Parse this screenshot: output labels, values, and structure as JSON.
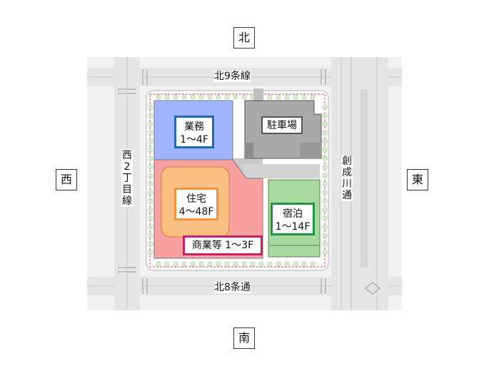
{
  "compass": {
    "north": "北",
    "south": "南",
    "east": "東",
    "west": "西"
  },
  "roads": {
    "north": "北9条線",
    "south": "北8条通",
    "west": "西2丁目線",
    "east": "創成川通"
  },
  "uses": {
    "office": {
      "name": "業務",
      "floors": "1～4F",
      "color": "#a0b4ff",
      "border": "#1e68b4"
    },
    "parking": {
      "name": "駐車場",
      "color": "#a9a9a9",
      "border": "#555555"
    },
    "residential": {
      "name": "住宅",
      "floors": "4～48F",
      "color": "#f9be82",
      "border": "#f09640"
    },
    "hotel": {
      "name": "宿泊",
      "floors": "1～14F",
      "color": "#a8d8a0",
      "border": "#1e9646"
    },
    "commercial": {
      "name": "商業等",
      "floors": "1～3F",
      "color": "#f9a0a0",
      "border": "#cc1e68"
    }
  }
}
